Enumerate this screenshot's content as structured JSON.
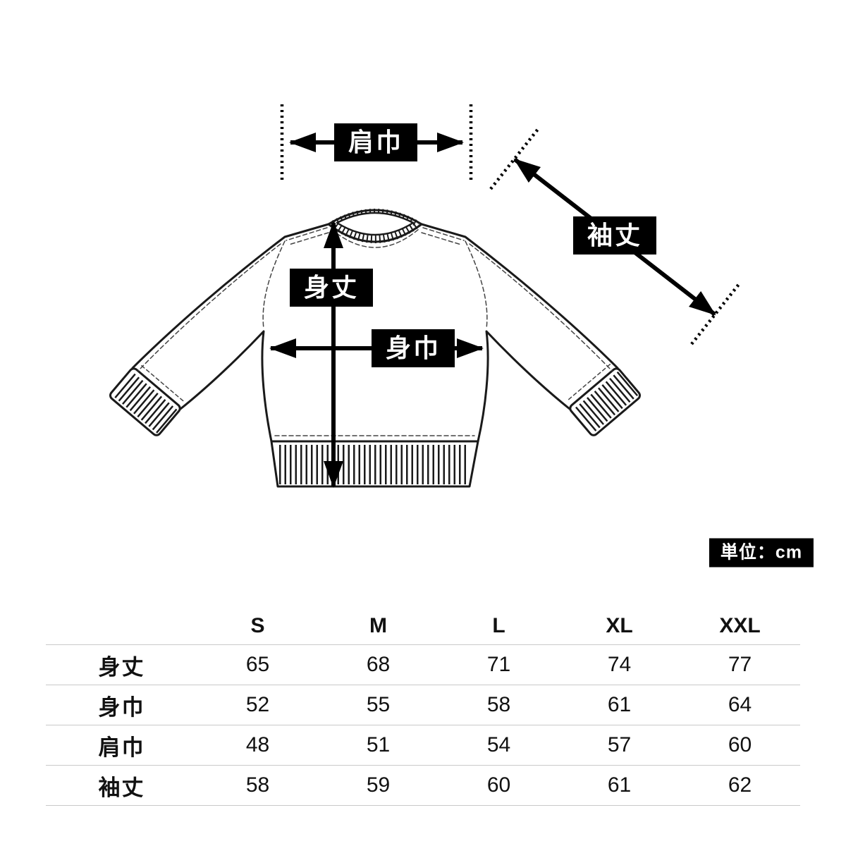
{
  "diagram": {
    "labels": {
      "shoulder_width": "肩巾",
      "sleeve_length": "袖丈",
      "body_length": "身丈",
      "body_width": "身巾"
    },
    "unit_badge": "単位：cm"
  },
  "size_table": {
    "columns": [
      "S",
      "M",
      "L",
      "XL",
      "XXL"
    ],
    "rows": [
      {
        "label": "身丈",
        "values": [
          65,
          68,
          71,
          74,
          77
        ]
      },
      {
        "label": "身巾",
        "values": [
          52,
          55,
          58,
          61,
          64
        ]
      },
      {
        "label": "肩巾",
        "values": [
          48,
          51,
          54,
          57,
          60
        ]
      },
      {
        "label": "袖丈",
        "values": [
          58,
          59,
          60,
          61,
          62
        ]
      }
    ]
  }
}
